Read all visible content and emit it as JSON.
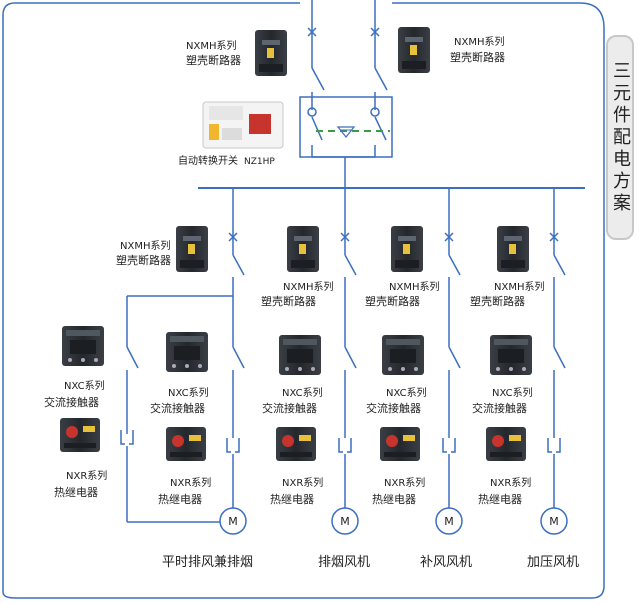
{
  "side_title": "三元件配电方案",
  "main_breakers": [
    {
      "label_line1": "NXMH系列",
      "label_line2": "塑壳断路器"
    },
    {
      "label_line1": "NXMH系列",
      "label_line2": "塑壳断路器"
    }
  ],
  "ats": {
    "model": "NZ1HP",
    "label": "自动转换开关"
  },
  "branches": [
    {
      "breaker": {
        "l1": "NXMH系列",
        "l2": "塑壳断路器"
      },
      "contactor": {
        "l1": "NXC系列",
        "l2": "交流接触器"
      },
      "relay": {
        "l1": "NXR系列",
        "l2": "热继电器"
      },
      "extra_contactor": {
        "l1": "NXC系列",
        "l2": "交流接触器"
      },
      "extra_relay": {
        "l1": "NXR系列",
        "l2": "热继电器"
      },
      "motor": "M",
      "name": "平时排风兼排烟"
    },
    {
      "breaker": {
        "l1": "NXMH系列",
        "l2": "塑壳断路器"
      },
      "contactor": {
        "l1": "NXC系列",
        "l2": "交流接触器"
      },
      "relay": {
        "l1": "NXR系列",
        "l2": "热继电器"
      },
      "motor": "M",
      "name": "排烟风机"
    },
    {
      "breaker": {
        "l1": "NXMH系列",
        "l2": "塑壳断路器"
      },
      "contactor": {
        "l1": "NXC系列",
        "l2": "交流接触器"
      },
      "relay": {
        "l1": "NXR系列",
        "l2": "热继电器"
      },
      "motor": "M",
      "name": "补风风机"
    },
    {
      "breaker": {
        "l1": "NXMH系列",
        "l2": "塑壳断路器"
      },
      "contactor": {
        "l1": "NXC系列",
        "l2": "交流接触器"
      },
      "relay": {
        "l1": "NXR系列",
        "l2": "热继电器"
      },
      "motor": "M",
      "name": "加压风机"
    }
  ],
  "colors": {
    "wire": "#3b6fc0",
    "frame": "#3b6fc0",
    "device_dark": "#2f3338",
    "ats_green": "#3a9b4a"
  }
}
